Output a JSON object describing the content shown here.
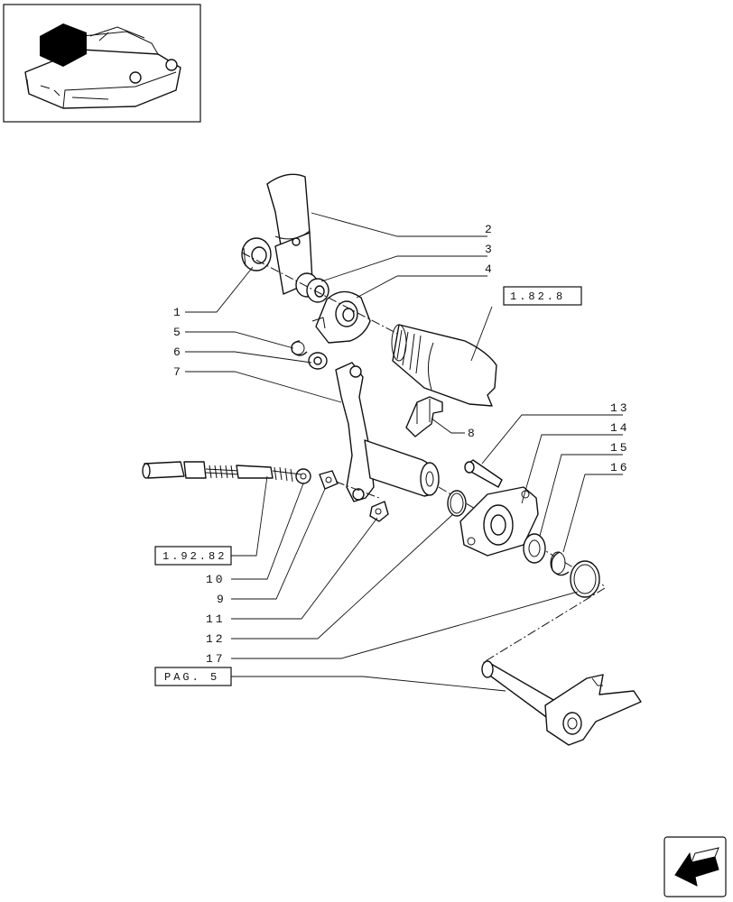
{
  "callouts": {
    "c1": "1",
    "c2": "2",
    "c3": "3",
    "c4": "4",
    "c5": "5",
    "c6": "6",
    "c7": "7",
    "c8": "8",
    "c9": "9",
    "c10": "10",
    "c11": "11",
    "c12": "12",
    "c13": "13",
    "c14": "14",
    "c15": "15",
    "c16": "16",
    "c17": "17"
  },
  "references": {
    "ref_top": "1.82.8",
    "ref_left": "1.92.82",
    "ref_page": "PAG. 5"
  },
  "icons": {
    "thumbnail": "assembly-thumbnail-icon",
    "nav": "previous-page-arrow-icon"
  }
}
